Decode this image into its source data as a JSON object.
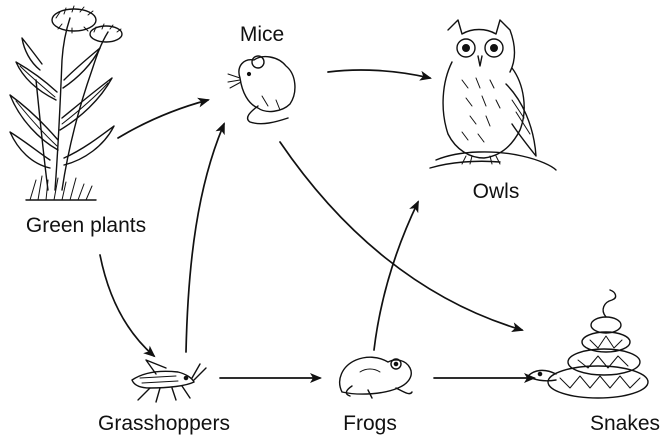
{
  "diagram": {
    "nodes": [
      {
        "id": "green_plants",
        "label": "Green plants",
        "icon": "plant-icon"
      },
      {
        "id": "mice",
        "label": "Mice",
        "icon": "mouse-icon"
      },
      {
        "id": "owls",
        "label": "Owls",
        "icon": "owl-icon"
      },
      {
        "id": "grasshoppers",
        "label": "Grasshoppers",
        "icon": "grasshopper-icon"
      },
      {
        "id": "frogs",
        "label": "Frogs",
        "icon": "frog-icon"
      },
      {
        "id": "snakes",
        "label": "Snakes",
        "icon": "snake-icon"
      }
    ],
    "edges": [
      {
        "from": "green_plants",
        "to": "mice"
      },
      {
        "from": "green_plants",
        "to": "grasshoppers"
      },
      {
        "from": "mice",
        "to": "owls"
      },
      {
        "from": "mice",
        "to": "snakes"
      },
      {
        "from": "grasshoppers",
        "to": "mice"
      },
      {
        "from": "grasshoppers",
        "to": "frogs"
      },
      {
        "from": "frogs",
        "to": "owls"
      },
      {
        "from": "frogs",
        "to": "snakes"
      }
    ],
    "colors": {
      "ink": "#111111",
      "background": "#ffffff"
    }
  }
}
